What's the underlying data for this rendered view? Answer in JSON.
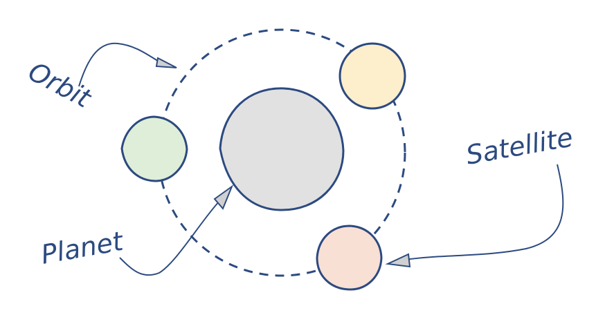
{
  "labels": {
    "orbit": "Orbit",
    "planet": "Planet",
    "satellite": "Satellite"
  },
  "colors": {
    "stroke": "#2c4a80",
    "planet_fill": "#e1e1e1",
    "green_fill": "#dfeed8",
    "yellow_fill": "#fdeecc",
    "pink_fill": "#f9e0d4",
    "arrowhead_fill": "#d0d0d0"
  }
}
